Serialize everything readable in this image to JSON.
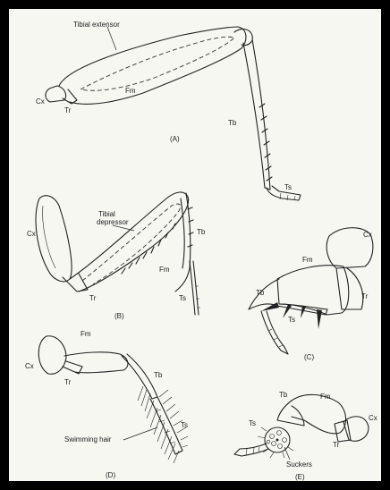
{
  "panels": {
    "A": {
      "caption": "(A)",
      "labels": {
        "tibial_extensor": "Tibial extensor",
        "fm": "Fm",
        "cx": "Cx",
        "tr": "Tr",
        "tb": "Tb",
        "ts": "Ts"
      }
    },
    "B": {
      "caption": "(B)",
      "labels": {
        "tibial": "Tibial",
        "depressor": "depressor",
        "cx": "Cx",
        "fm": "Fm",
        "tb": "Tb",
        "tr": "Tr",
        "ts": "Ts"
      }
    },
    "C": {
      "caption": "(C)",
      "labels": {
        "cx": "Cx",
        "fm": "Fm",
        "tr": "Tr",
        "tb": "Tb",
        "ts": "Ts"
      }
    },
    "D": {
      "caption": "(D)",
      "labels": {
        "fm": "Fm",
        "cx": "Cx",
        "tr": "Tr",
        "tb": "Tb",
        "ts": "Ts",
        "swimming_hair": "Swimming hair"
      }
    },
    "E": {
      "caption": "(E)",
      "labels": {
        "tb": "Tb",
        "fm": "Fm",
        "cx": "Cx",
        "ts": "Ts",
        "tr": "Tr",
        "suckers": "Suckers"
      }
    }
  }
}
